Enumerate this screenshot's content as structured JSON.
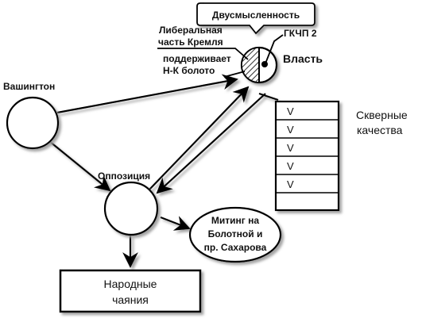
{
  "nodes": {
    "washington": "Вашингтон",
    "opposition": "Оппозиция",
    "power": "Власть",
    "gkchp": "ГКЧП 2",
    "liberal_line1": "Либеральная",
    "liberal_line2": "часть Кремля",
    "supports_line1": "поддерживает",
    "supports_line2": "Н-К болото",
    "ambiguity": "Двусмысленность",
    "bad_qualities_line1": "Скверные",
    "bad_qualities_line2": "качества",
    "rally_line1": "Митинг на",
    "rally_line2": "Болотной и",
    "rally_line3": "пр. Сахарова",
    "hopes_line1": "Народные",
    "hopes_line2": "чаяния"
  },
  "checklist": {
    "rows": [
      "V",
      "V",
      "V",
      "V",
      "V",
      ""
    ]
  },
  "colors": {
    "stroke": "#000000",
    "shadow": "#9a9a9a",
    "fill": "#ffffff"
  }
}
